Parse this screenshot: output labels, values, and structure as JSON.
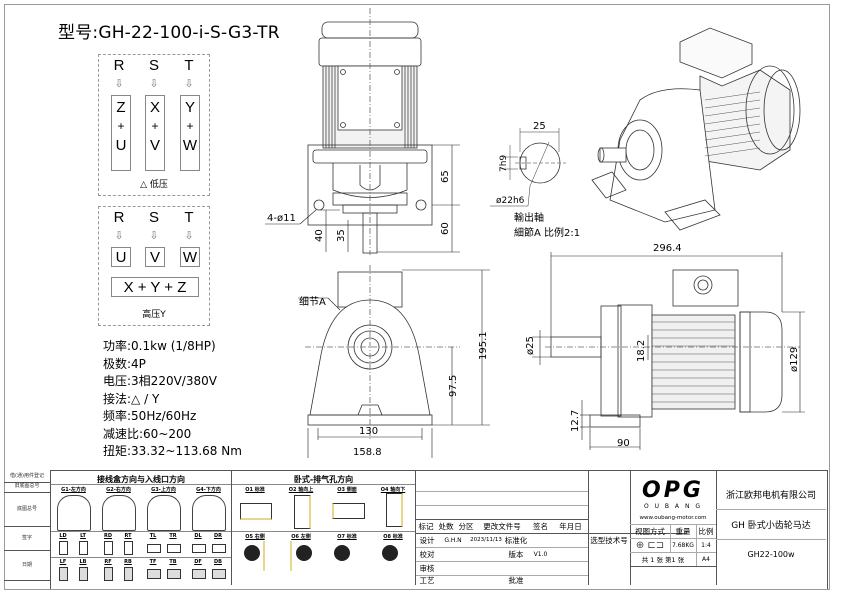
{
  "model": "型号:GH-22-100-i-S-G3-TR",
  "wiring_low": {
    "phases": [
      "R",
      "S",
      "T"
    ],
    "arrow_icon": "down-arrow-icon",
    "boxes": [
      [
        "Z",
        "+",
        "U"
      ],
      [
        "X",
        "+",
        "V"
      ],
      [
        "Y",
        "+",
        "W"
      ]
    ],
    "caption": "△ 低压"
  },
  "wiring_high": {
    "phases": [
      "R",
      "S",
      "T"
    ],
    "arrow_icon": "down-arrow-icon",
    "terminals": [
      "U",
      "V",
      "W"
    ],
    "star": "X + Y + Z",
    "caption": "高压Y"
  },
  "specs": [
    "功率:0.1kw (1/8HP)",
    "极数:4P",
    "电压:3相220V/380V",
    "接法:△ / Y",
    "频率:50Hz/60Hz",
    "减速比:60~200",
    "扭矩:33.32~113.68 Nm"
  ],
  "top_view": {
    "hole_label": "4-ø11",
    "dims": [
      "65",
      "60",
      "40",
      "35"
    ]
  },
  "shaft_detail": {
    "width": "25",
    "key": "7h9",
    "diameter": "ø22h6",
    "caption_1": "輸出軸",
    "caption_2": "細節A 比例2:1"
  },
  "front_view": {
    "detail_label": "细节A",
    "dims": [
      "195.1",
      "97.5",
      "130",
      "158.8"
    ]
  },
  "side_view": {
    "dims": [
      "296.4",
      "ø25",
      "18.2",
      "ø129",
      "12.7",
      "90"
    ]
  },
  "wiring_direction_table": {
    "title": "接线盒方向与入线口方向",
    "columns": [
      "G1-左方向",
      "G2-右方向",
      "G3-上方向",
      "G4-下方向"
    ],
    "row1_codes": [
      [
        "LD",
        "LT"
      ],
      [
        "RD",
        "RT"
      ],
      [
        "TL",
        "TR"
      ],
      [
        "DL",
        "DR"
      ]
    ],
    "row2_codes": [
      [
        "LF",
        "LB"
      ],
      [
        "RF",
        "RB"
      ],
      [
        "TF",
        "TB"
      ],
      [
        "DF",
        "DB"
      ]
    ]
  },
  "vent_table": {
    "title": "卧式-排气孔方向",
    "row1": [
      "O1 标准",
      "O2 轴向上",
      "O3 侧面",
      "O4 轴向下"
    ],
    "row2": [
      "O5 右侧",
      "O6 左侧",
      "O7 标准",
      "O8 标准"
    ]
  },
  "left_legend": [
    "借(通)用件登记",
    "旧底图总号",
    "底图总号",
    "签字",
    "日期"
  ],
  "title_block": {
    "revision_headers": [
      "标记",
      "处数",
      "分区",
      "更改文件号",
      "签名",
      "年月日"
    ],
    "design_label": "设计",
    "designer": "G.H.N",
    "design_date": "2023/11/13",
    "standardize_label": "标准化",
    "check_label": "校对",
    "version_label": "版本",
    "version": "V1.0",
    "review_label": "审核",
    "process_label": "工艺",
    "approve_label": "批准",
    "selection_label": "选型技术号",
    "view_method_label": "视图方式",
    "weight_label": "重量",
    "scale_label": "比例",
    "weight": "7.68KG",
    "scale": "1:4",
    "sheets": "共 1 张 第1 张",
    "paper": "A4",
    "logo": "OPG",
    "logo_sub": "O U B A N G",
    "website": "www.oubang-motor.com",
    "company": "浙江欧邦电机有限公司",
    "product": "GH 卧式小齿轮马达",
    "part_no": "GH22-100w"
  }
}
